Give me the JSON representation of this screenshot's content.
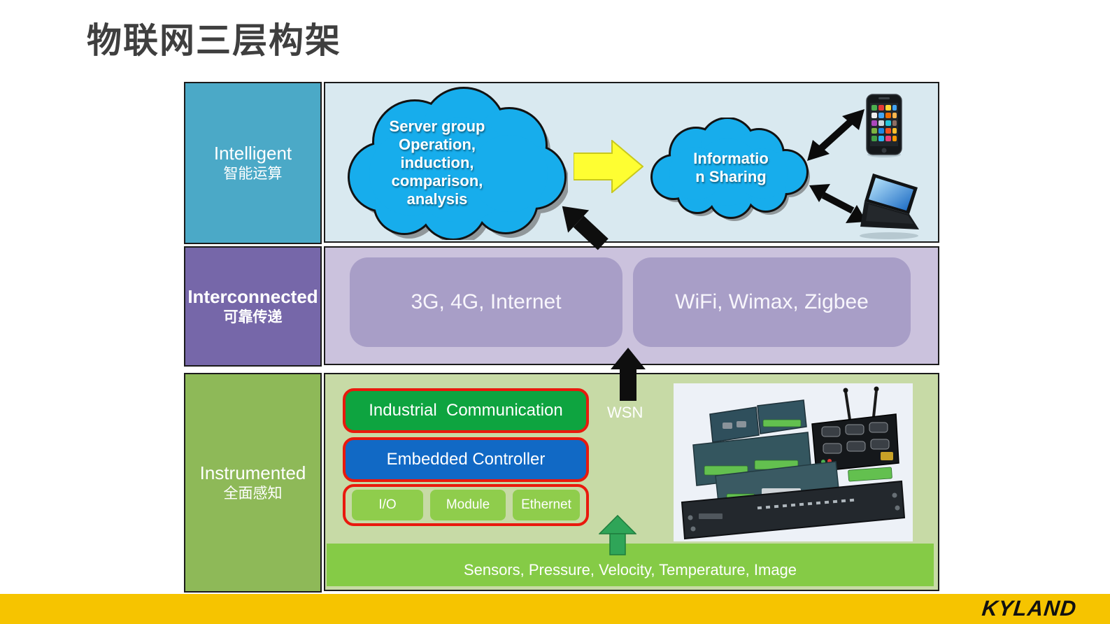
{
  "title": "物联网三层构架",
  "layers": {
    "intelligent": {
      "label_en": "Intelligent",
      "label_zh": "智能运算",
      "cloud_left": {
        "lines": [
          "Server group",
          "Operation,",
          "induction,",
          "comparison,",
          "analysis"
        ]
      },
      "cloud_right": {
        "lines": [
          "Informatio",
          "n Sharing"
        ]
      }
    },
    "interconnected": {
      "label_en": "Interconnected",
      "label_zh": "可靠传递",
      "boxes": [
        "3G, 4G, Internet",
        "WiFi, Wimax, Zigbee"
      ]
    },
    "instrumented": {
      "label_en": "Instrumented",
      "label_zh": "全面感知",
      "industrial_box": "Industrial  Communication",
      "embedded_box": "Embedded Controller",
      "sub_boxes": [
        "I/O",
        "Module",
        "Ethernet"
      ],
      "wsn_label": "WSN",
      "sensor_bar": "Sensors, Pressure, Velocity, Temperature, Image"
    }
  },
  "footer": {
    "brand": "KYLAND"
  },
  "icons": {
    "phone": "smartphone-icon",
    "laptop": "laptop-icon",
    "hardware": "industrial-controller-photo"
  },
  "colors": {
    "layer_intelligent": "#4BA9C7",
    "layer_interconnected": "#7667A9",
    "layer_instrumented": "#8EB958",
    "panel_blue": "#D9E9F0",
    "panel_purple": "#CBC2DD",
    "panel_green": "#C7DAA6",
    "cloud_blue": "#17ADEC",
    "network_box_purple": "#A89EC7",
    "industrial_green": "#0EA440",
    "embedded_blue": "#1169C5",
    "red_outline": "#E9190D",
    "sub_box_green": "#8FCD4C",
    "sensor_bar_green": "#85CB46",
    "green_arrow": "#2FA558",
    "footer_yellow": "#F6C400",
    "arrow_yellow": "#FFFF2B"
  }
}
